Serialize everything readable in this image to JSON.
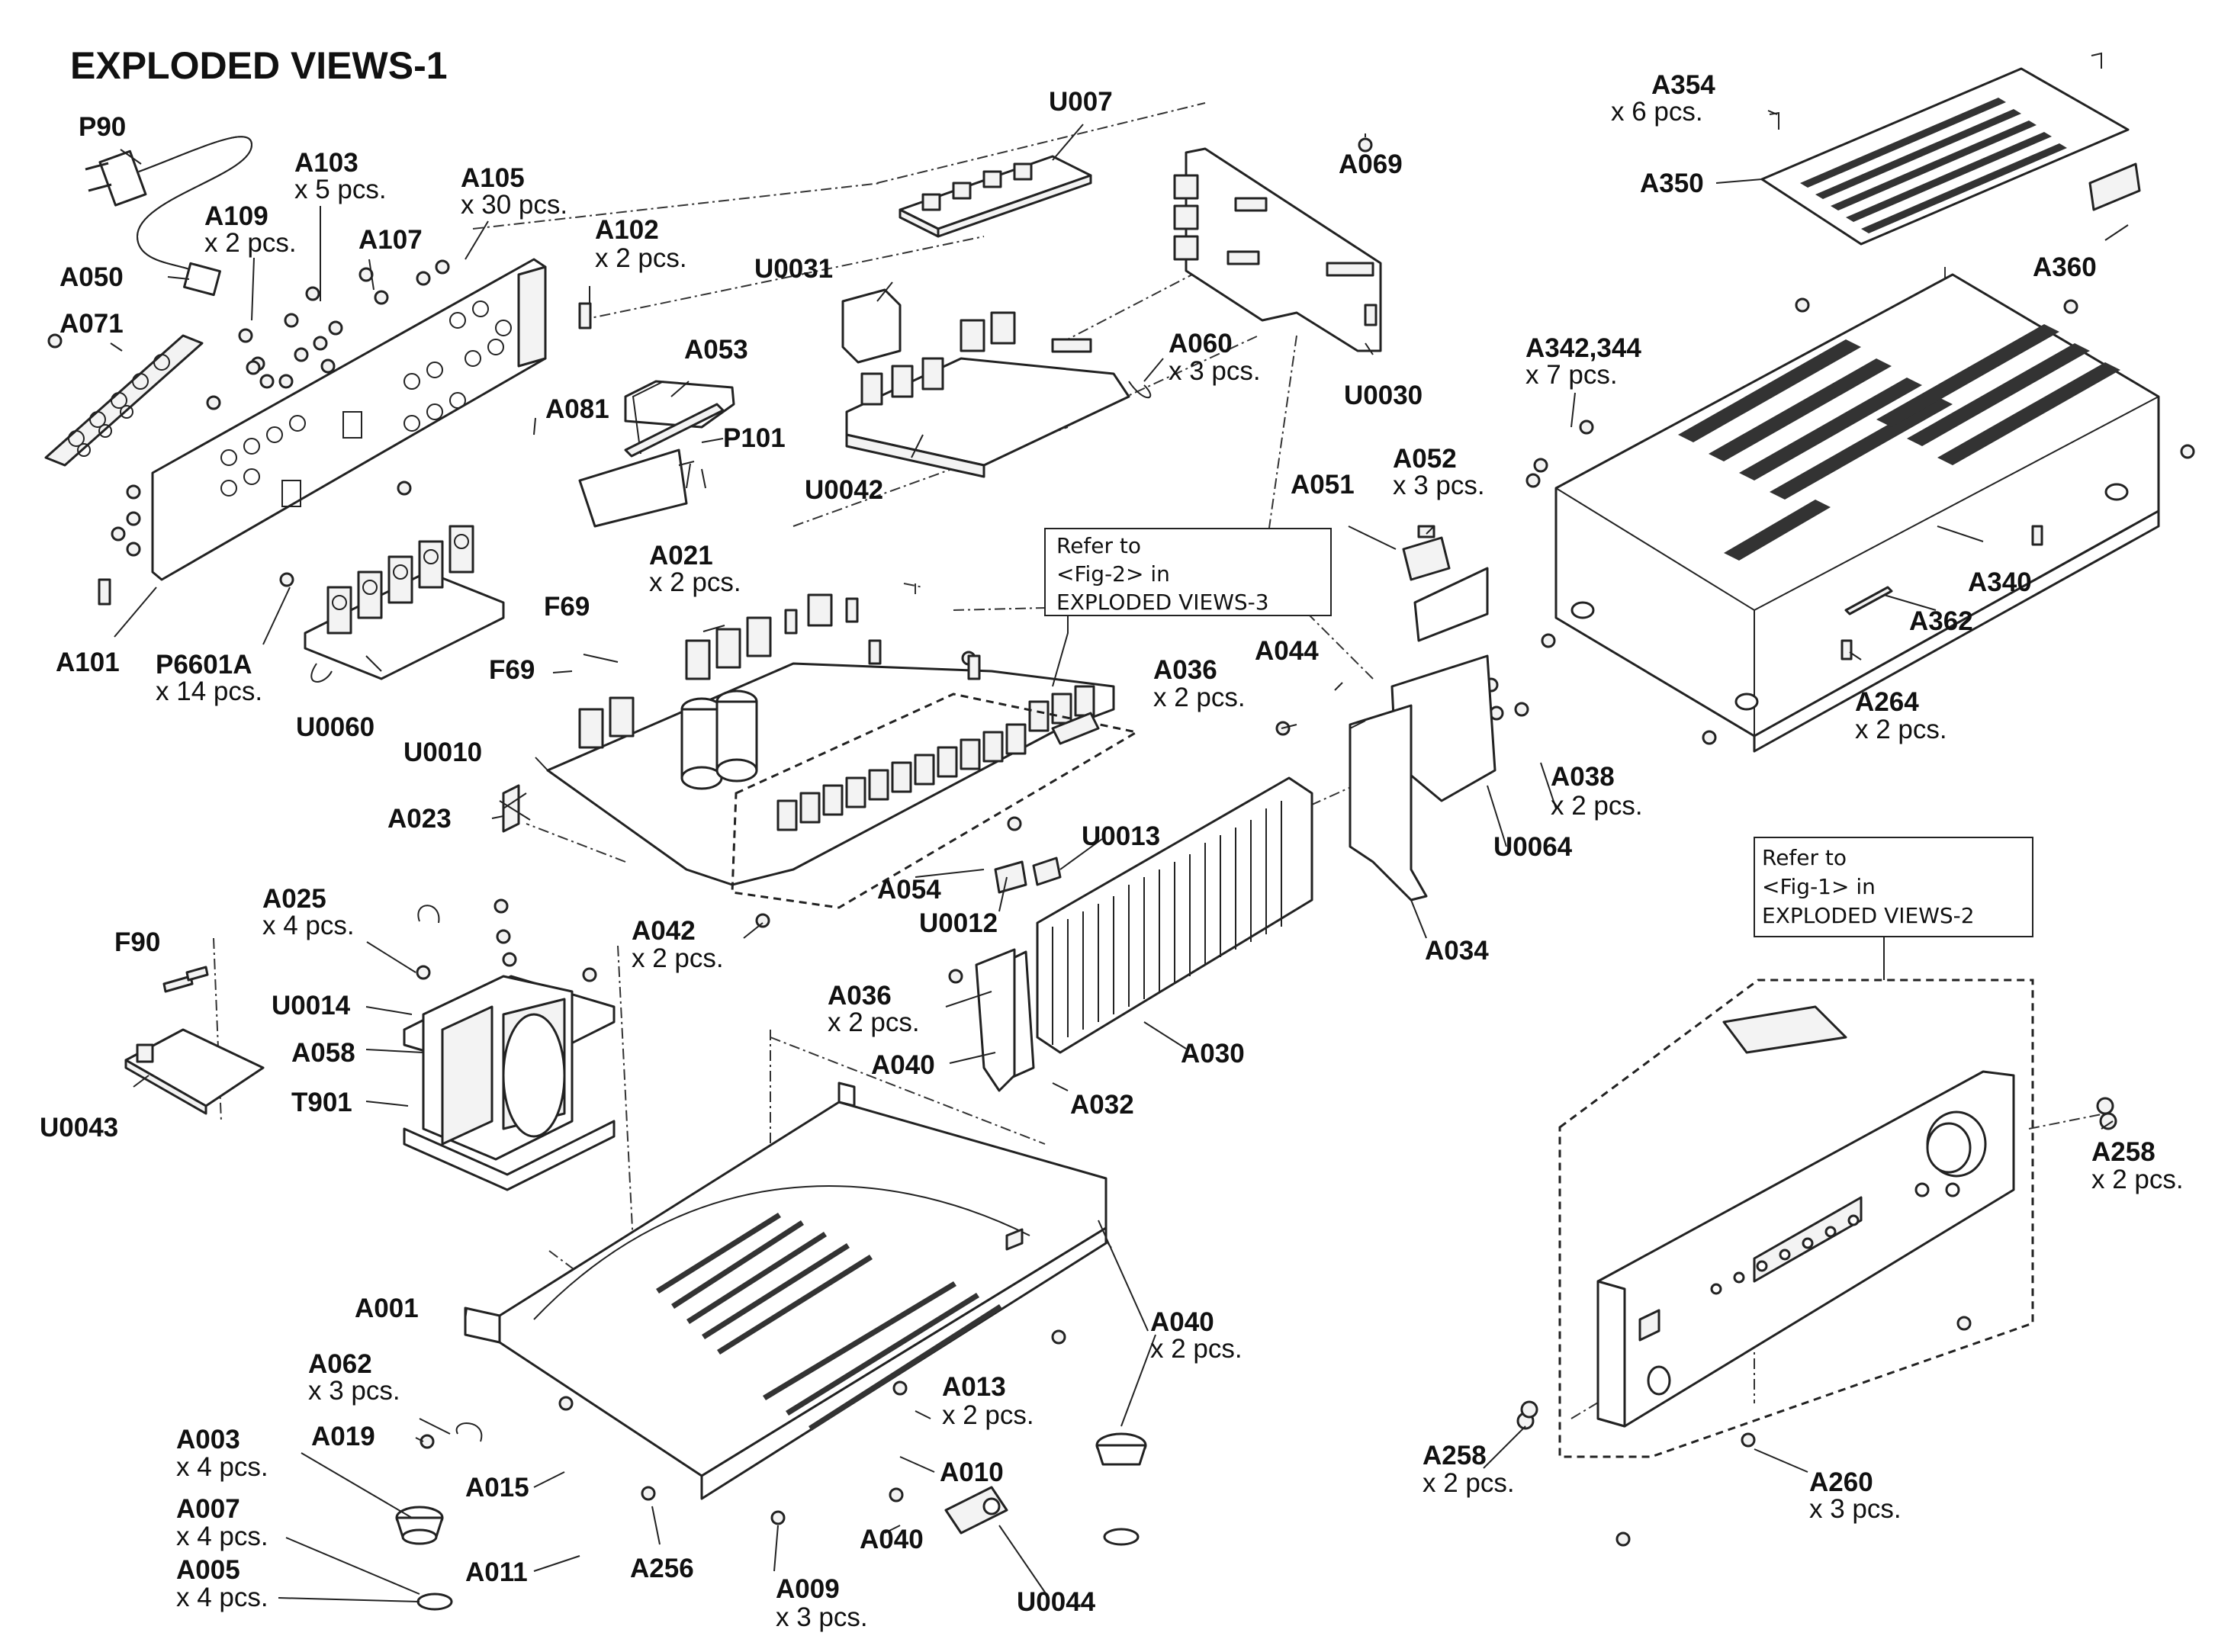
{
  "title": "EXPLODED VIEWS-1",
  "callouts": {
    "P90": {
      "label": "P90",
      "qty": ""
    },
    "A103": {
      "label": "A103",
      "qty": "x 5 pcs."
    },
    "A105": {
      "label": "A105",
      "qty": "x 30 pcs."
    },
    "A109": {
      "label": "A109",
      "qty": "x 2 pcs."
    },
    "A107": {
      "label": "A107",
      "qty": ""
    },
    "A102": {
      "label": "A102",
      "qty": "x 2 pcs."
    },
    "A050": {
      "label": "A050",
      "qty": ""
    },
    "A071": {
      "label": "A071",
      "qty": ""
    },
    "A053": {
      "label": "A053",
      "qty": ""
    },
    "A081": {
      "label": "A081",
      "qty": ""
    },
    "P101": {
      "label": "P101",
      "qty": ""
    },
    "A101": {
      "label": "A101",
      "qty": ""
    },
    "P6601A": {
      "label": "P6601A",
      "qty": "x 14 pcs."
    },
    "U0060": {
      "label": "U0060",
      "qty": ""
    },
    "U007": {
      "label": "U007",
      "qty": ""
    },
    "U0031": {
      "label": "U0031",
      "qty": ""
    },
    "U0042": {
      "label": "U0042",
      "qty": ""
    },
    "A069": {
      "label": "A069",
      "qty": ""
    },
    "A060": {
      "label": "A060",
      "qty": "x 3 pcs."
    },
    "U0030": {
      "label": "U0030",
      "qty": ""
    },
    "A354": {
      "label": "A354",
      "qty": "x 6 pcs."
    },
    "A350": {
      "label": "A350",
      "qty": ""
    },
    "A360": {
      "label": "A360",
      "qty": ""
    },
    "A342": {
      "label": "A342,344",
      "qty": "x 7 pcs."
    },
    "A340": {
      "label": "A340",
      "qty": ""
    },
    "A362": {
      "label": "A362",
      "qty": ""
    },
    "A264": {
      "label": "A264",
      "qty": "x 2 pcs."
    },
    "A052": {
      "label": "A052",
      "qty": "x 3 pcs."
    },
    "A051": {
      "label": "A051",
      "qty": ""
    },
    "A021": {
      "label": "A021",
      "qty": "x 2 pcs."
    },
    "F69a": {
      "label": "F69",
      "qty": ""
    },
    "F69b": {
      "label": "F69",
      "qty": ""
    },
    "U0010": {
      "label": "U0010",
      "qty": ""
    },
    "A023": {
      "label": "A023",
      "qty": ""
    },
    "A036a": {
      "label": "A036",
      "qty": "x 2 pcs."
    },
    "A044": {
      "label": "A044",
      "qty": ""
    },
    "A038": {
      "label": "A038",
      "qty": "x 2 pcs."
    },
    "U0064": {
      "label": "U0064",
      "qty": ""
    },
    "A034": {
      "label": "A034",
      "qty": ""
    },
    "U0013": {
      "label": "U0013",
      "qty": ""
    },
    "A054": {
      "label": "A054",
      "qty": ""
    },
    "U0012": {
      "label": "U0012",
      "qty": ""
    },
    "A042": {
      "label": "A042",
      "qty": "x 2 pcs."
    },
    "A025": {
      "label": "A025",
      "qty": "x 4 pcs."
    },
    "F90": {
      "label": "F90",
      "qty": ""
    },
    "U0014": {
      "label": "U0014",
      "qty": ""
    },
    "A058": {
      "label": "A058",
      "qty": ""
    },
    "T901": {
      "label": "T901",
      "qty": ""
    },
    "U0043": {
      "label": "U0043",
      "qty": ""
    },
    "A036b": {
      "label": "A036",
      "qty": "x 2 pcs."
    },
    "A040a": {
      "label": "A040",
      "qty": ""
    },
    "A032": {
      "label": "A032",
      "qty": ""
    },
    "A030": {
      "label": "A030",
      "qty": ""
    },
    "A001": {
      "label": "A001",
      "qty": ""
    },
    "A062": {
      "label": "A062",
      "qty": "x 3 pcs."
    },
    "A019": {
      "label": "A019",
      "qty": ""
    },
    "A003": {
      "label": "A003",
      "qty": "x 4 pcs."
    },
    "A007": {
      "label": "A007",
      "qty": "x 4 pcs."
    },
    "A005": {
      "label": "A005",
      "qty": "x 4 pcs."
    },
    "A015": {
      "label": "A015",
      "qty": ""
    },
    "A011": {
      "label": "A011",
      "qty": ""
    },
    "A256": {
      "label": "A256",
      "qty": ""
    },
    "A009": {
      "label": "A009",
      "qty": "x 3 pcs."
    },
    "U0044": {
      "label": "U0044",
      "qty": ""
    },
    "A040b": {
      "label": "A040",
      "qty": ""
    },
    "A010": {
      "label": "A010",
      "qty": ""
    },
    "A013": {
      "label": "A013",
      "qty": "x 2 pcs."
    },
    "A040c": {
      "label": "A040",
      "qty": "x 2 pcs."
    },
    "A258a": {
      "label": "A258",
      "qty": "x 2 pcs."
    },
    "A258b": {
      "label": "A258",
      "qty": "x 2 pcs."
    },
    "A260": {
      "label": "A260",
      "qty": "x 3 pcs."
    }
  },
  "refer_boxes": {
    "fig2": {
      "line1": "Refer to",
      "line2": "<Fig-2> in",
      "line3": "EXPLODED VIEWS-3"
    },
    "fig1": {
      "line1": "Refer to",
      "line2": "<Fig-1> in",
      "line3": "EXPLODED VIEWS-2"
    }
  }
}
